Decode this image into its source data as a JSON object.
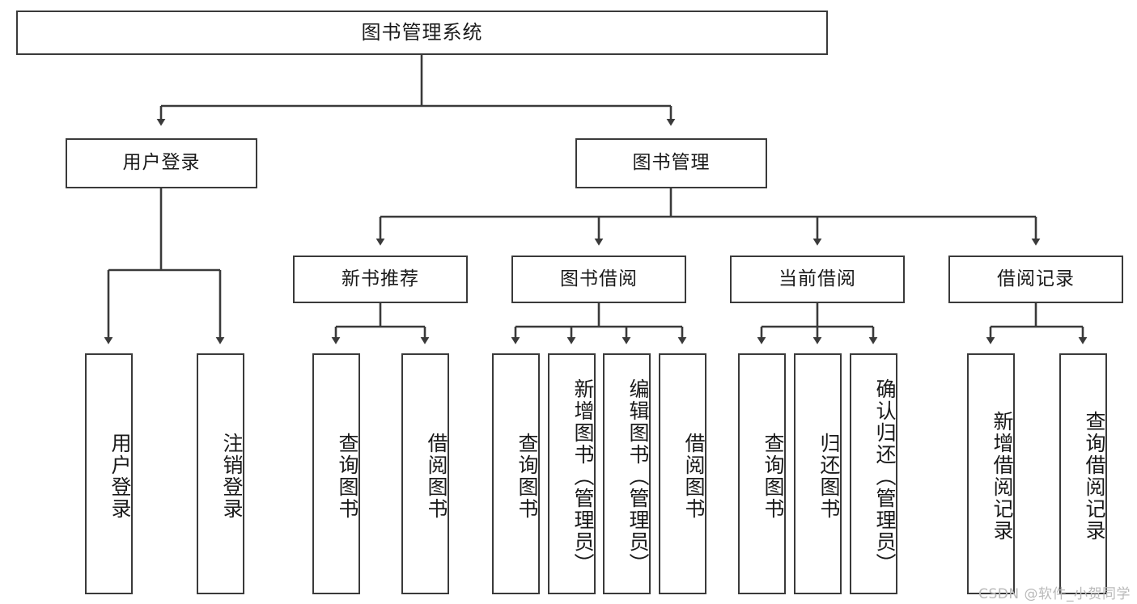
{
  "diagram": {
    "title": "图书管理系统",
    "type": "hierarchy-tree",
    "levels": 4,
    "root": {
      "label": "图书管理系统",
      "children": [
        {
          "label": "用户登录",
          "children": [
            {
              "label": "用户登录"
            },
            {
              "label": "注销登录"
            }
          ]
        },
        {
          "label": "图书管理",
          "children": [
            {
              "label": "新书推荐",
              "children": [
                {
                  "label": "查询图书"
                },
                {
                  "label": "借阅图书"
                }
              ]
            },
            {
              "label": "图书借阅",
              "children": [
                {
                  "label": "查询图书"
                },
                {
                  "label": "新增图书（管理员）"
                },
                {
                  "label": "编辑图书（管理员）"
                },
                {
                  "label": "借阅图书"
                }
              ]
            },
            {
              "label": "当前借阅",
              "children": [
                {
                  "label": "查询图书"
                },
                {
                  "label": "归还图书"
                },
                {
                  "label": "确认归还（管理员）"
                }
              ]
            },
            {
              "label": "借阅记录",
              "children": [
                {
                  "label": "新增借阅记录"
                },
                {
                  "label": "查询借阅记录"
                }
              ]
            }
          ]
        }
      ]
    }
  },
  "nodes": {
    "root": "图书管理系统",
    "l2": {
      "user_login": "用户登录",
      "book_manage": "图书管理"
    },
    "l3": {
      "new_book_rec": "新书推荐",
      "book_borrow": "图书借阅",
      "current_borrow": "当前借阅",
      "borrow_record": "借阅记录"
    },
    "leaves": {
      "user_login": "用户登录",
      "logout": "注销登录",
      "query_book_a": "查询图书",
      "borrow_book_a": "借阅图书",
      "query_book_b": "查询图书",
      "add_book_admin": "新增图书（管理员）",
      "edit_book_admin": "编辑图书（管理员）",
      "borrow_book_b": "借阅图书",
      "query_book_c": "查询图书",
      "return_book": "归还图书",
      "confirm_return_admin": "确认归还（管理员）",
      "add_borrow_record": "新增借阅记录",
      "query_borrow_record": "查询借阅记录"
    }
  },
  "watermark": {
    "text": "CSDN @软件_小贺同学"
  },
  "colors": {
    "stroke": "#3a3a3a",
    "background": "#ffffff",
    "text": "#1a1a1a",
    "watermark": "#b9b9b9"
  }
}
